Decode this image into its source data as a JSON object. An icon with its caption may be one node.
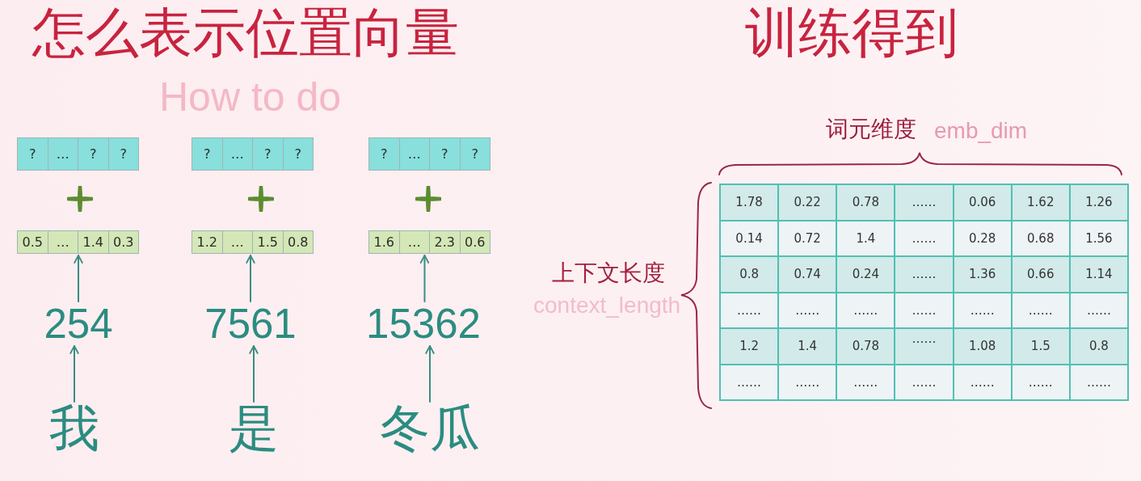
{
  "diagram": {
    "title": "怎么表示位置向量",
    "nodes": [
      {
        "text": [],
        "shape": "box"
      },
      {
        "text": [
          "?"
        ],
        "in": 0
      },
      {
        "text": [
          "…"
        ],
        "in": 0
      },
      {
        "text": [
          "?"
        ],
        "in": 0
      },
      {
        "text": [
          "?"
        ],
        "in": 0
      },
      {
        "text": [],
        "shape": "box"
      },
      {
        "text": [
          "0.5"
        ],
        "in": 5
      },
      {
        "text": [
          "…"
        ],
        "in": 5
      },
      {
        "text": [
          "1.4"
        ],
        "in": 5
      },
      {
        "text": [
          "0.3"
        ],
        "in": 5
      },
      {
        "text": [
          "254"
        ]
      },
      {
        "text": [
          "我"
        ]
      },
      {
        "text": [],
        "shape": "box"
      },
      {
        "text": [
          "?"
        ],
        "in": 12
      },
      {
        "text": [
          "…"
        ],
        "in": 12
      },
      {
        "text": [
          "?"
        ],
        "in": 12
      },
      {
        "text": [
          "?"
        ],
        "in": 12
      },
      {
        "text": [],
        "shape": "box"
      },
      {
        "text": [
          "1.2"
        ],
        "in": 17
      },
      {
        "text": [
          "…"
        ],
        "in": 17
      },
      {
        "text": [
          "1.5"
        ],
        "in": 17
      },
      {
        "text": [
          "0.8"
        ],
        "in": 17
      },
      {
        "text": [
          "7561"
        ]
      },
      {
        "text": [
          "是"
        ]
      },
      {
        "text": [],
        "shape": "box"
      },
      {
        "text": [
          "?"
        ],
        "in": 24
      },
      {
        "text": [
          "…"
        ],
        "in": 24
      },
      {
        "text": [
          "?"
        ],
        "in": 24
      },
      {
        "text": [
          "?"
        ],
        "in": 24
      },
      {
        "text": [],
        "shape": "box"
      },
      {
        "text": [
          "1.6"
        ],
        "in": 29
      },
      {
        "text": [
          "…"
        ],
        "in": 29
      },
      {
        "text": [
          "2.3"
        ],
        "in": 29
      },
      {
        "text": [
          "0.6"
        ],
        "in": 29
      },
      {
        "text": [
          "15362"
        ]
      },
      {
        "text": [
          "冬瓜"
        ]
      }
    ],
    "edges": [
      {
        "from": 11,
        "to": 10,
        "arrow": "to"
      },
      {
        "from": 10,
        "to": 5,
        "arrow": "to"
      },
      {
        "from": 23,
        "to": 22,
        "arrow": "to"
      },
      {
        "from": 22,
        "to": 17,
        "arrow": "to"
      },
      {
        "from": 35,
        "to": 34,
        "arrow": "to"
      },
      {
        "from": 34,
        "to": 29,
        "arrow": "to"
      }
    ],
    "labels": [
      "训练得到",
      "How to do",
      "词元维度",
      "emb_dim",
      "上下文长度",
      "context_length",
      "1.78",
      "0.22",
      "0.78",
      "……",
      "0.06",
      "1.62",
      "1.26",
      "0.14",
      "0.72",
      "1.4",
      "……",
      "0.28",
      "0.68",
      "1.56",
      "0.8",
      "0.74",
      "0.24",
      "……",
      "1.36",
      "0.66",
      "1.14",
      "……",
      "……",
      "……",
      "……",
      "……",
      "……",
      "……",
      "1.2",
      "1.4",
      "0.78",
      "……",
      "1.08",
      "1.5",
      "0.8",
      "……",
      "……",
      "……",
      "……",
      "……",
      "……",
      "……"
    ]
  }
}
